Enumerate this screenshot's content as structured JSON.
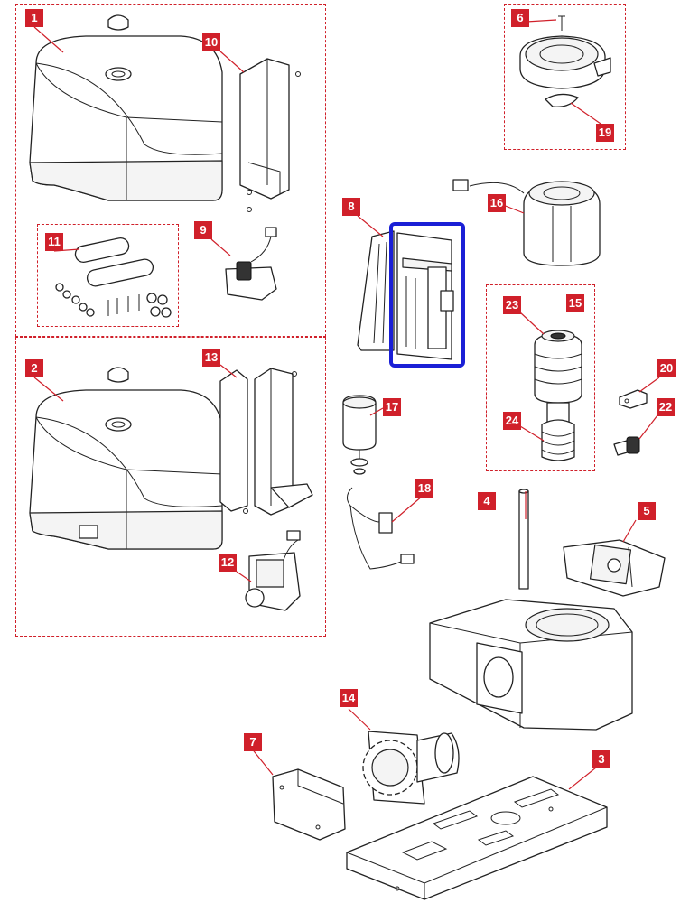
{
  "diagram": {
    "accent_color": "#d0202a",
    "highlight_color": "#1a1fd6",
    "callouts": [
      {
        "id": "c1",
        "text": "1"
      },
      {
        "id": "c2",
        "text": "2"
      },
      {
        "id": "c3",
        "text": "3"
      },
      {
        "id": "c4",
        "text": "4"
      },
      {
        "id": "c5",
        "text": "5"
      },
      {
        "id": "c6",
        "text": "6"
      },
      {
        "id": "c7",
        "text": "7"
      },
      {
        "id": "c8",
        "text": "8"
      },
      {
        "id": "c9",
        "text": "9"
      },
      {
        "id": "c10",
        "text": "10"
      },
      {
        "id": "c11",
        "text": "11"
      },
      {
        "id": "c12",
        "text": "12"
      },
      {
        "id": "c13",
        "text": "13"
      },
      {
        "id": "c14",
        "text": "14"
      },
      {
        "id": "c15",
        "text": "15"
      },
      {
        "id": "c16",
        "text": "16"
      },
      {
        "id": "c17",
        "text": "17"
      },
      {
        "id": "c18",
        "text": "18"
      },
      {
        "id": "c19",
        "text": "19"
      },
      {
        "id": "c20",
        "text": "20"
      },
      {
        "id": "c22",
        "text": "22"
      },
      {
        "id": "c23",
        "text": "23"
      },
      {
        "id": "c24",
        "text": "24"
      }
    ],
    "highlighted_callout": "8"
  }
}
